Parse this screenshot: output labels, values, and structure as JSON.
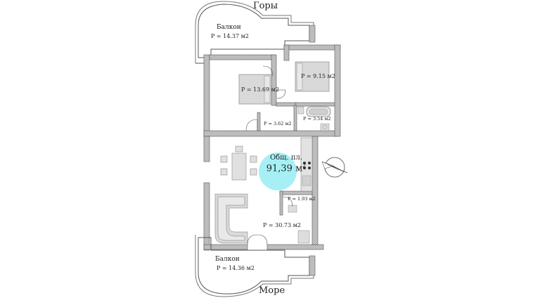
{
  "orientation": {
    "top": "Горы",
    "bottom": "Море"
  },
  "total_area": {
    "label": "Общ. пл.",
    "value": "91,39 м",
    "unit_sup": "2"
  },
  "rooms": {
    "balcony_top": {
      "name": "Балкон",
      "area": "P = 14.37 м2"
    },
    "bedroom_1": {
      "area": "P = 13.69 м2"
    },
    "bedroom_2": {
      "area": "P = 9.15 м2"
    },
    "hall_small": {
      "area": "P = 3.62 м2"
    },
    "bathroom": {
      "area": "P = 3.54 м2"
    },
    "wc": {
      "area": "P = 1.93 м2"
    },
    "living": {
      "area": "P = 30.73 м2"
    },
    "balcony_bottom": {
      "name": "Балкон",
      "area": "P = 14.36 м2"
    }
  },
  "colors": {
    "wall": "#bfbfbf",
    "wall_edge": "#555555",
    "furniture": "#d9d9d9",
    "circle": "#a6f0f5"
  },
  "icons": [
    "compass-icon",
    "bed-icon",
    "bathtub-icon",
    "sofa-icon",
    "dining-table-icon",
    "stove-icon"
  ]
}
